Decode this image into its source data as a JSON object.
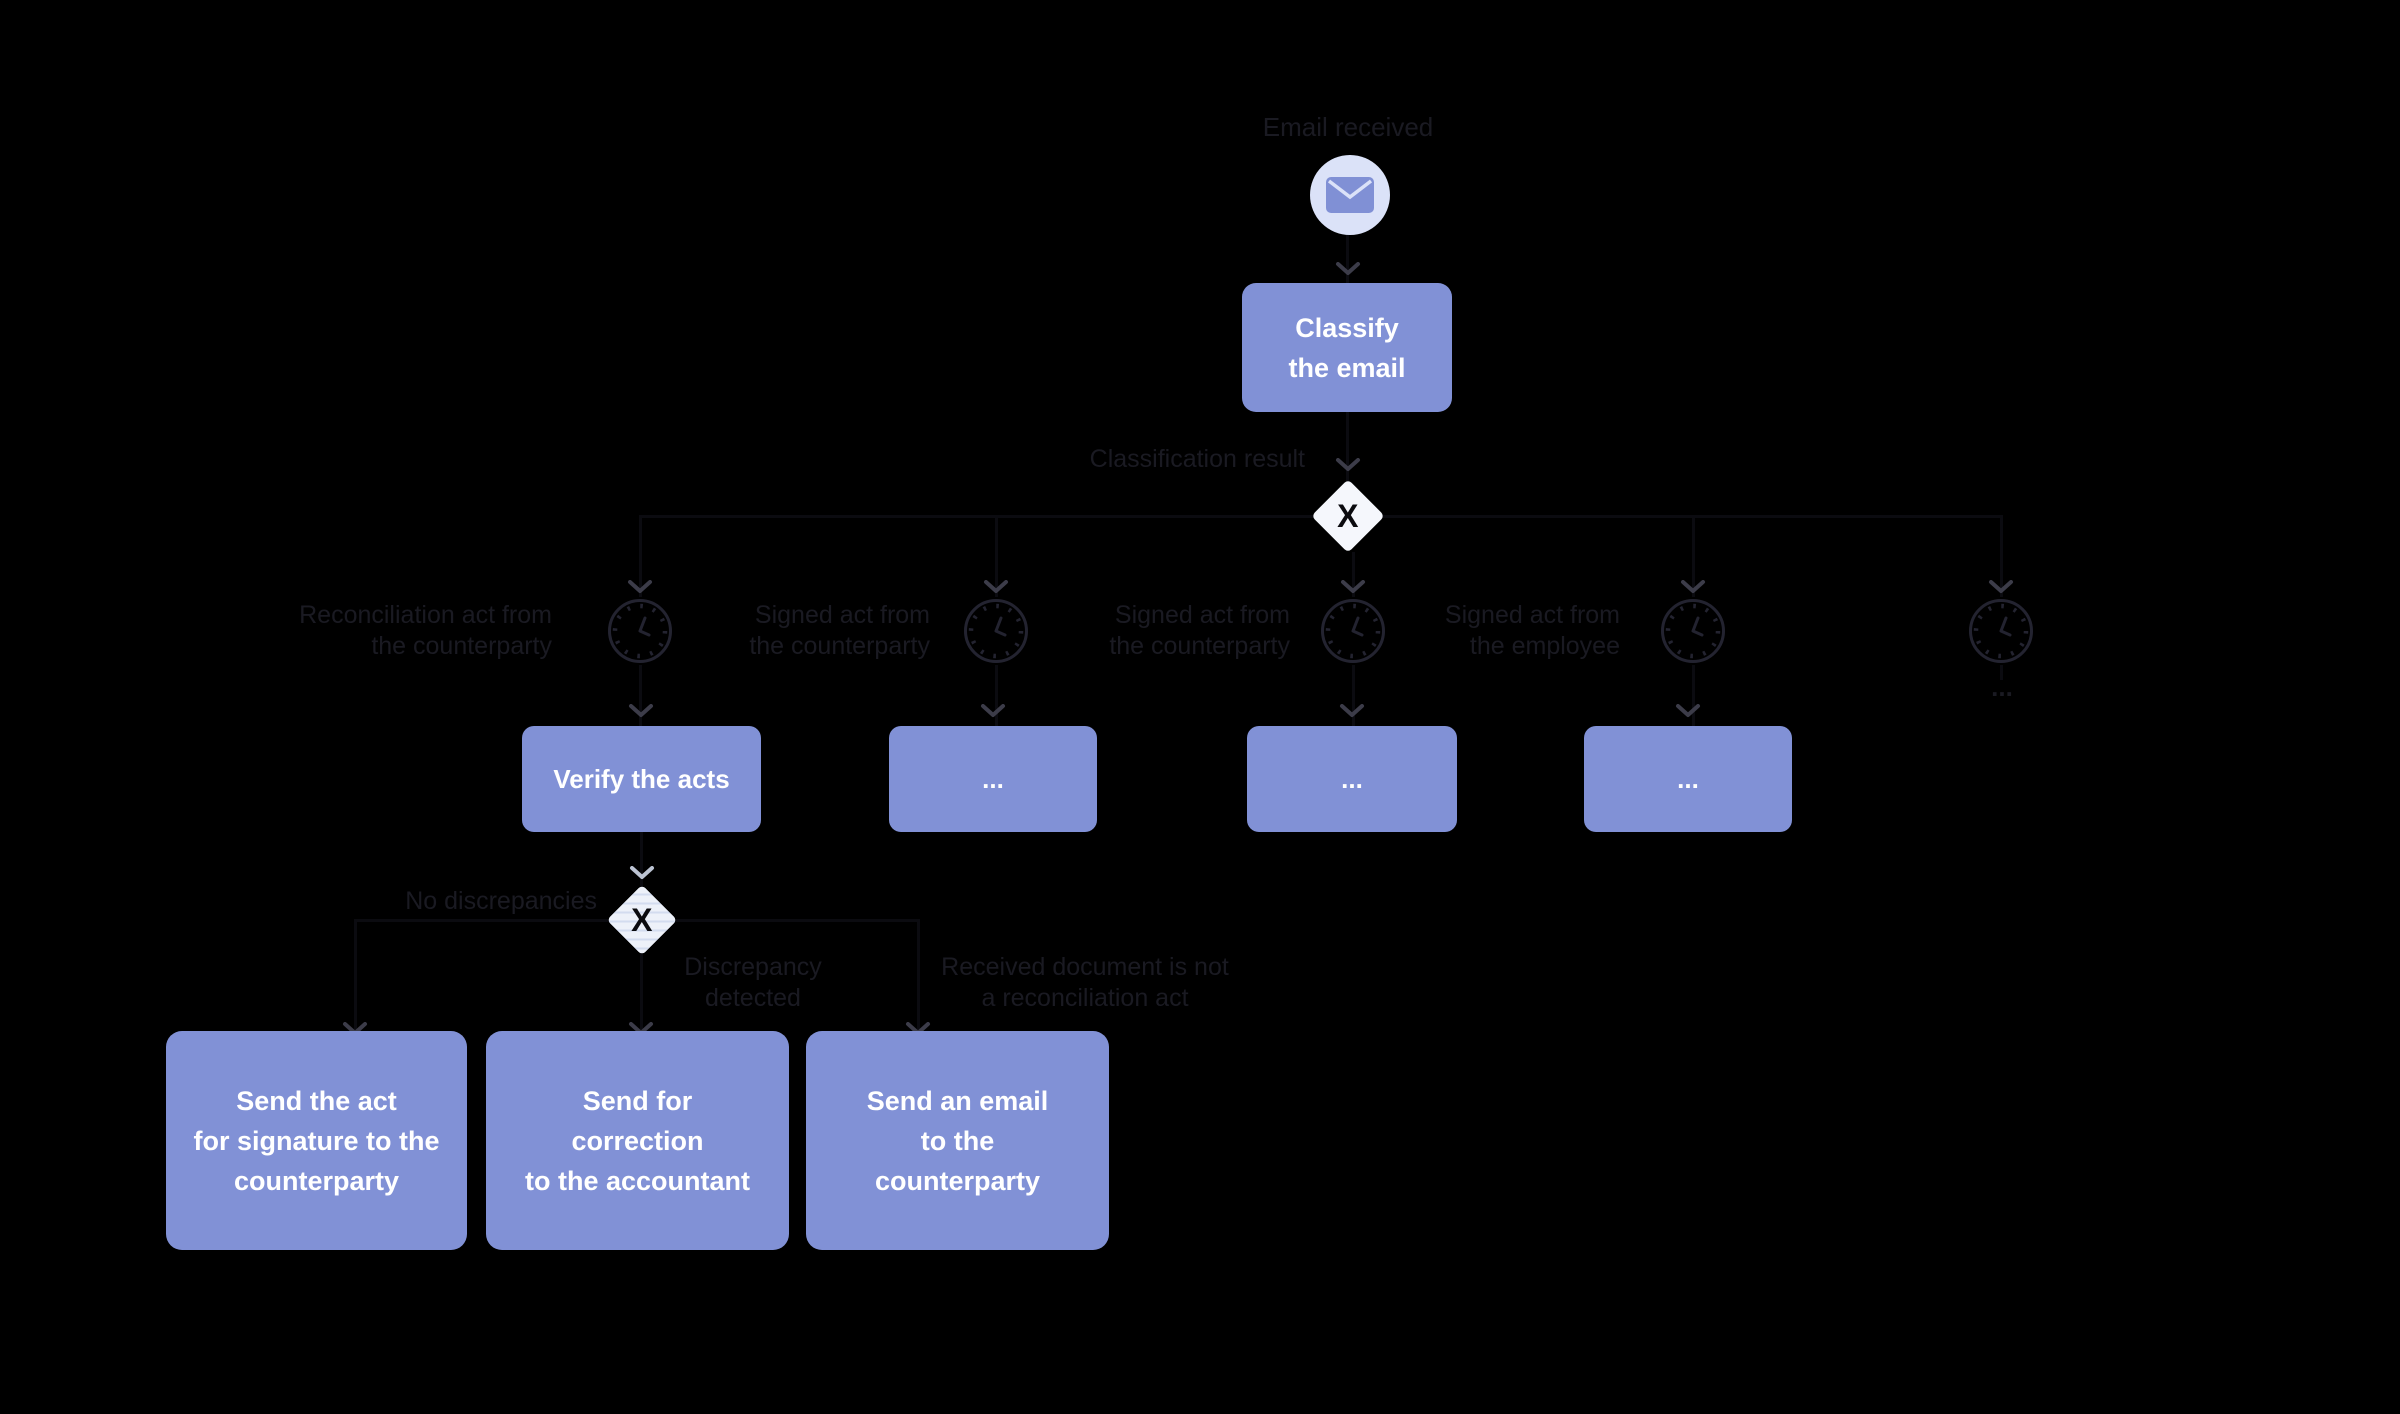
{
  "colors": {
    "background": "#000000",
    "task_fill": "#8191d6",
    "task_text": "#ffffff",
    "label_text": "#1a1a22",
    "event_bg": "#dbe2f8",
    "envelope": "#8090d5",
    "gateway_fill": "#f5f7fc",
    "gateway2_fill": "#edf1f9",
    "gateway_x": "#0b0b0f",
    "arrow": "#3c3c49",
    "arrow_light": "#bcc3d2",
    "timer": "#232330",
    "edge": "#0b0b10"
  },
  "start_event": {
    "label": "Email received",
    "icon": "envelope-icon"
  },
  "classify_task": {
    "line1": "Classify",
    "line2": "the email"
  },
  "gateway1": {
    "label": "Classification result",
    "symbol": "X"
  },
  "branches": [
    {
      "event_line1": "Reconciliation act from",
      "event_line2": "the counterparty",
      "task_label": "Verify the acts"
    },
    {
      "event_line1": "Signed act from",
      "event_line2": "the counterparty",
      "task_label": "..."
    },
    {
      "event_line1": "Signed act from",
      "event_line2": "the counterparty",
      "task_label": "..."
    },
    {
      "event_line1": "Signed act from",
      "event_line2": "the employee",
      "task_label": "..."
    },
    {
      "event_line1": "",
      "event_line2": "",
      "task_label": "..."
    }
  ],
  "gateway2": {
    "label": "No discrepancies",
    "symbol": "X",
    "branch_labels": [
      {
        "line1": "Discrepancy",
        "line2": "detected"
      },
      {
        "line1": "Received document is not",
        "line2": "a reconciliation act"
      }
    ]
  },
  "bottom_tasks": [
    {
      "line1": "Send the act",
      "line2": "for signature to the",
      "line3": "counterparty"
    },
    {
      "line1": "Send for",
      "line2": "correction",
      "line3": "to the accountant"
    },
    {
      "line1": "Send an email",
      "line2": "to the",
      "line3": "counterparty"
    }
  ]
}
